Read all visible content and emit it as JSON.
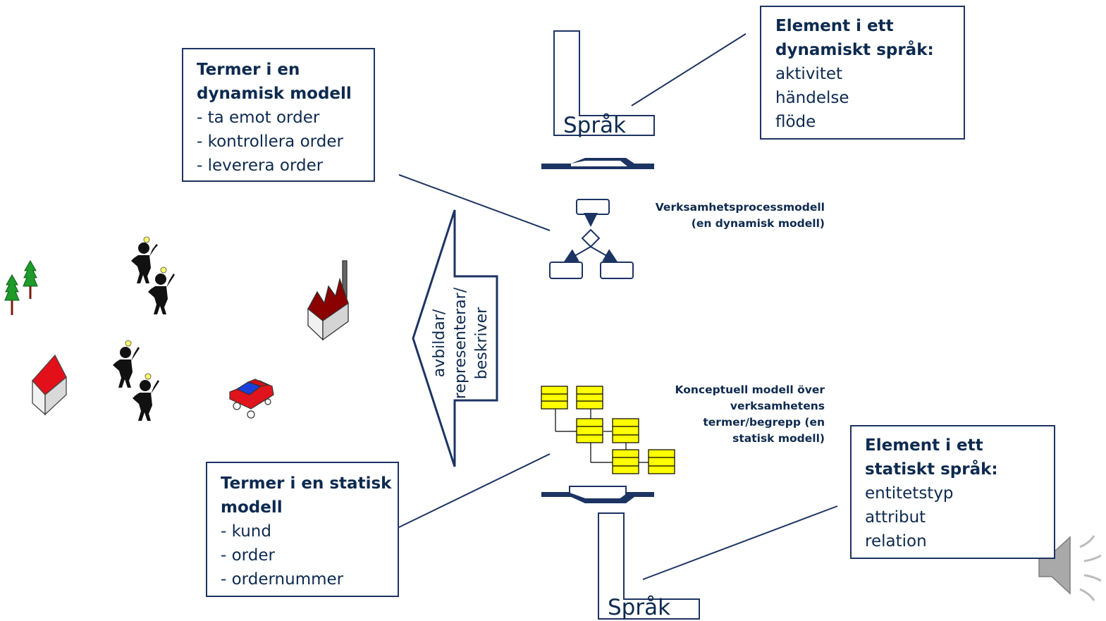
{
  "boxes": {
    "dynamic_terms": {
      "title_line1": "Termer i en",
      "title_line2": "dynamisk modell",
      "items": [
        "- ta emot order",
        "- kontrollera order",
        "- leverera order"
      ]
    },
    "dynamic_language": {
      "title_line1": "Element i ett",
      "title_line2": "dynamiskt språk:",
      "items": [
        "aktivitet",
        "händelse",
        "flöde"
      ]
    },
    "static_terms": {
      "title_line1": "Termer i en statisk",
      "title_line2": "modell",
      "items": [
        "- kund",
        "- order",
        "- ordernummer"
      ]
    },
    "static_language": {
      "title_line1": "Element i ett",
      "title_line2": "statiskt språk:",
      "items": [
        "entitetstyp",
        "attribut",
        "relation"
      ]
    }
  },
  "labels": {
    "process_model": [
      "Verksamhetsprocessmodell",
      "(en dynamisk modell)"
    ],
    "concept_model": [
      "Konceptuell modell över",
      "verksamhetens",
      "termer/begrepp (en",
      "statisk modell)"
    ]
  },
  "language_label": "Språk",
  "arrow_text": [
    "avbildar/",
    "representerar/",
    "beskriver"
  ],
  "colors": {
    "navy": "#1c3463",
    "text": "#0d2a4f",
    "entity_yellow": "#ffff00",
    "tree_green": "#1e9b2a",
    "roof_red": "#e3101a",
    "factory_roof": "#8b0000",
    "car_red": "#e0141c",
    "car_window": "#1b3fd6",
    "speaker_gray": "#a9a9a9"
  },
  "icons": [
    "tree-icon",
    "house-icon",
    "person-icon",
    "factory-icon",
    "car-icon",
    "speaker-icon"
  ]
}
